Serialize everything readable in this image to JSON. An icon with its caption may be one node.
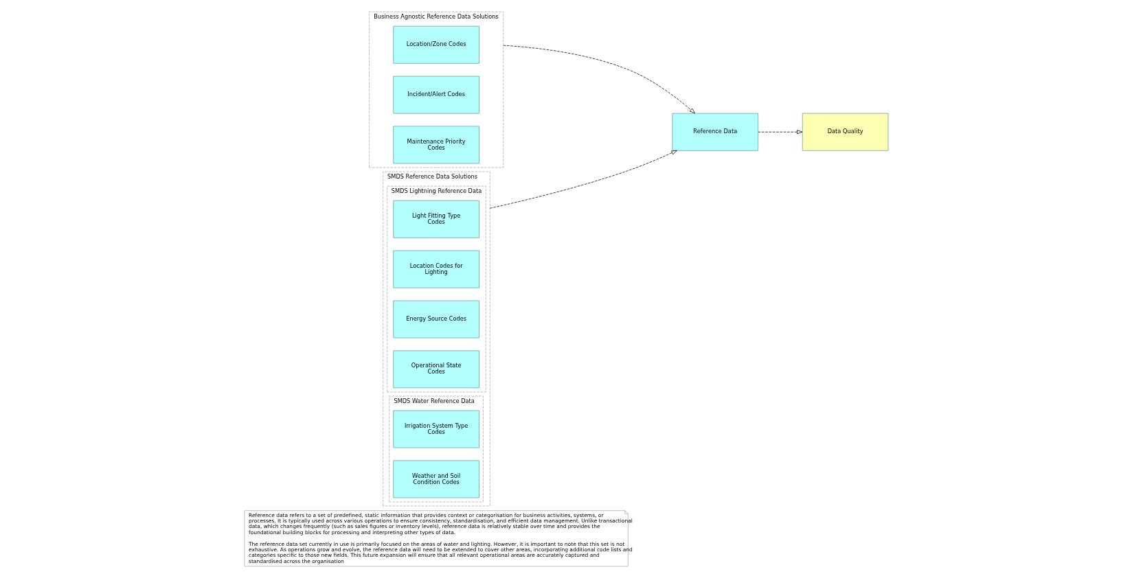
{
  "diagram": {
    "nodes": [
      {
        "text": [
          "Reference data refers to a set of predefined, static information that provides context or categorisation for business activities, systems, or processes. It is typically used across various operations to ensure consistency, standardisation, and efficient data management. Unlike transactional data, which changes frequently (such as sales figures or inventory levels), reference data is relatively stable over time and provides the foundational building blocks for processing and interpreting other types of data.",
          "The reference data set currently in use is primarily focused on the areas of water and lighting. However, it is important to note that this set is not exhaustive. As operations grow and evolve, the reference data will need to be extended to cover other areas, incorporating additional code lists and categories specific to those new fields. This future expansion will ensure that all relevant operational areas are accurately captured and standardised across the organisation"
        ]
      },
      {
        "text": [
          "Business Agnostic Reference Data Solutions"
        ]
      },
      {
        "text": [
          "Location/Zone Codes"
        ],
        "in": 1
      },
      {
        "text": [
          "Incident/Alert Codes"
        ],
        "in": 1
      },
      {
        "text": [
          "Maintenance Priority Codes"
        ],
        "in": 1
      },
      {
        "text": [
          "SMDS Reference Data Solutions"
        ]
      },
      {
        "text": [
          "SMDS Lightning Reference Data"
        ],
        "in": 5
      },
      {
        "text": [
          "Light Fitting Type Codes"
        ],
        "in": 6
      },
      {
        "text": [
          "Location Codes for Lighting"
        ],
        "in": 6
      },
      {
        "text": [
          "Energy Source Codes"
        ],
        "in": 6
      },
      {
        "text": [
          "Operational State Codes"
        ],
        "in": 6
      },
      {
        "text": [
          "SMDS Water Reference Data"
        ],
        "in": 5
      },
      {
        "text": [
          "Irrigation System Type Codes"
        ],
        "in": 11
      },
      {
        "text": [
          "Weather and Soil Condition Codes"
        ],
        "in": 11
      },
      {
        "text": [
          "Reference Data"
        ]
      },
      {
        "text": [
          "Data Quality"
        ]
      }
    ],
    "edges": [
      {
        "from": 1,
        "to": 14,
        "arrow": "to",
        "style": "dashed"
      },
      {
        "from": 5,
        "to": 14,
        "arrow": "to",
        "style": "dashed"
      },
      {
        "from": 14,
        "to": 15,
        "arrow": "to",
        "style": "dashed"
      }
    ]
  }
}
